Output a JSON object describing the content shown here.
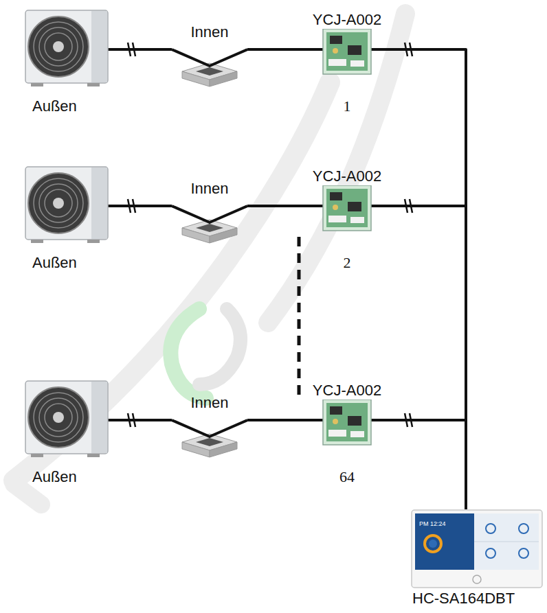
{
  "diagram": {
    "nodes": [
      {
        "text": [
          "Außen"
        ]
      },
      {
        "text": [
          "Innen"
        ]
      },
      {
        "text": [
          "YCJ-A002",
          "1"
        ]
      },
      {
        "text": [
          "Außen"
        ]
      },
      {
        "text": [
          "Innen"
        ]
      },
      {
        "text": [
          "YCJ-A002",
          "2"
        ]
      },
      {
        "text": [
          "Außen"
        ]
      },
      {
        "text": [
          "Innen"
        ]
      },
      {
        "text": [
          "YCJ-A002",
          "64"
        ]
      },
      {
        "text": [
          "PM 12:24",
          "HC-SA164DBT"
        ]
      }
    ],
    "edges": [
      {
        "from": 0,
        "to": 1,
        "arrow": "none"
      },
      {
        "from": 1,
        "to": 2,
        "arrow": "none"
      },
      {
        "from": 2,
        "to": 9,
        "arrow": "none"
      },
      {
        "from": 3,
        "to": 4,
        "arrow": "none"
      },
      {
        "from": 4,
        "to": 5,
        "arrow": "none"
      },
      {
        "from": 5,
        "to": 9,
        "arrow": "none"
      },
      {
        "from": 6,
        "to": 7,
        "arrow": "none"
      },
      {
        "from": 7,
        "to": 8,
        "arrow": "none"
      },
      {
        "from": 8,
        "to": 9,
        "arrow": "none"
      }
    ]
  }
}
